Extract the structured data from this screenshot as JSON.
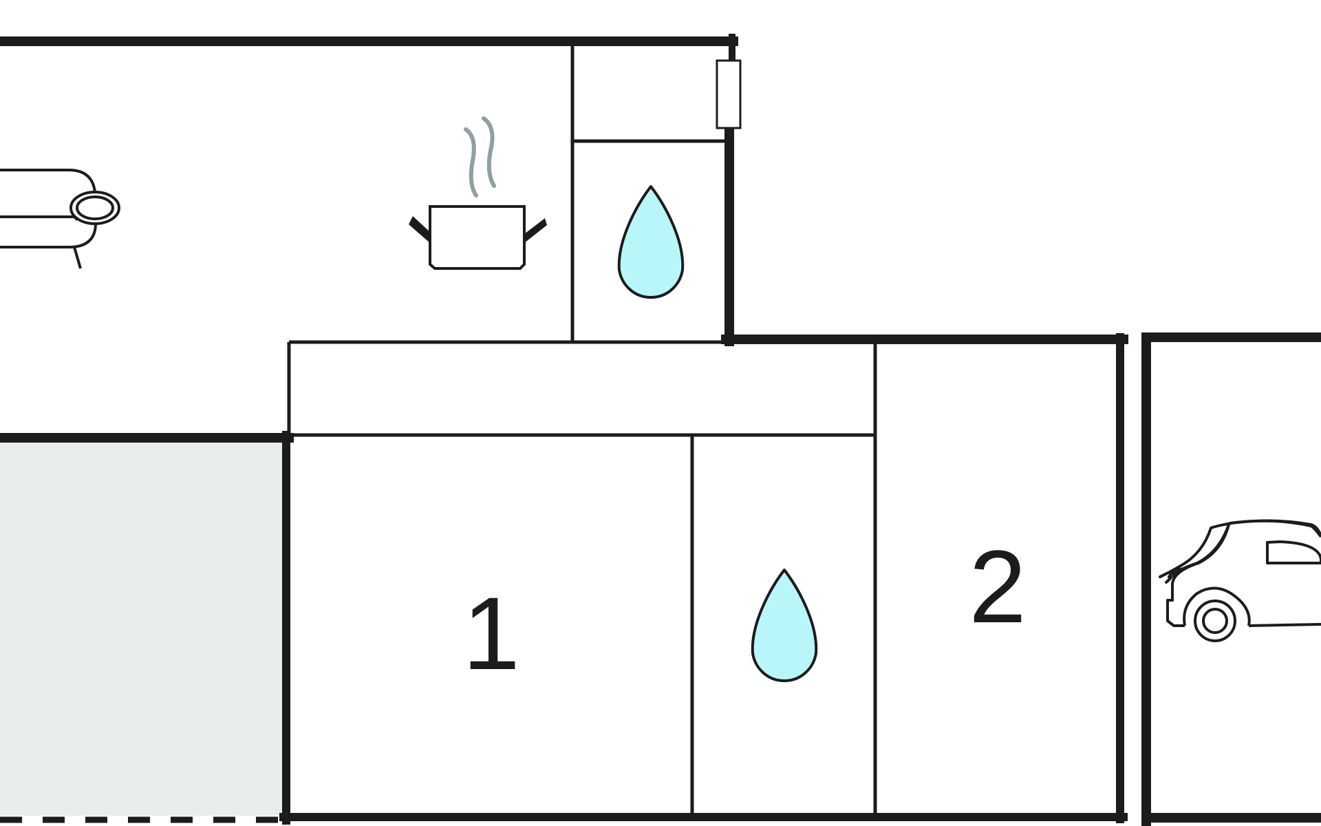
{
  "floorplan": {
    "rooms": [
      {
        "id": "bedroom-1",
        "label": "1"
      },
      {
        "id": "bedroom-2",
        "label": "2"
      }
    ],
    "icons": [
      "sofa-icon",
      "cooking-pot-icon",
      "water-drop-icon",
      "water-drop-icon",
      "car-icon"
    ]
  },
  "colors": {
    "wall": "#1c1c1c",
    "terrace_fill": "#e8eded",
    "water_drop_fill": "#b8f6fa",
    "steam": "#8f9fa3",
    "background": "#ffffff"
  }
}
